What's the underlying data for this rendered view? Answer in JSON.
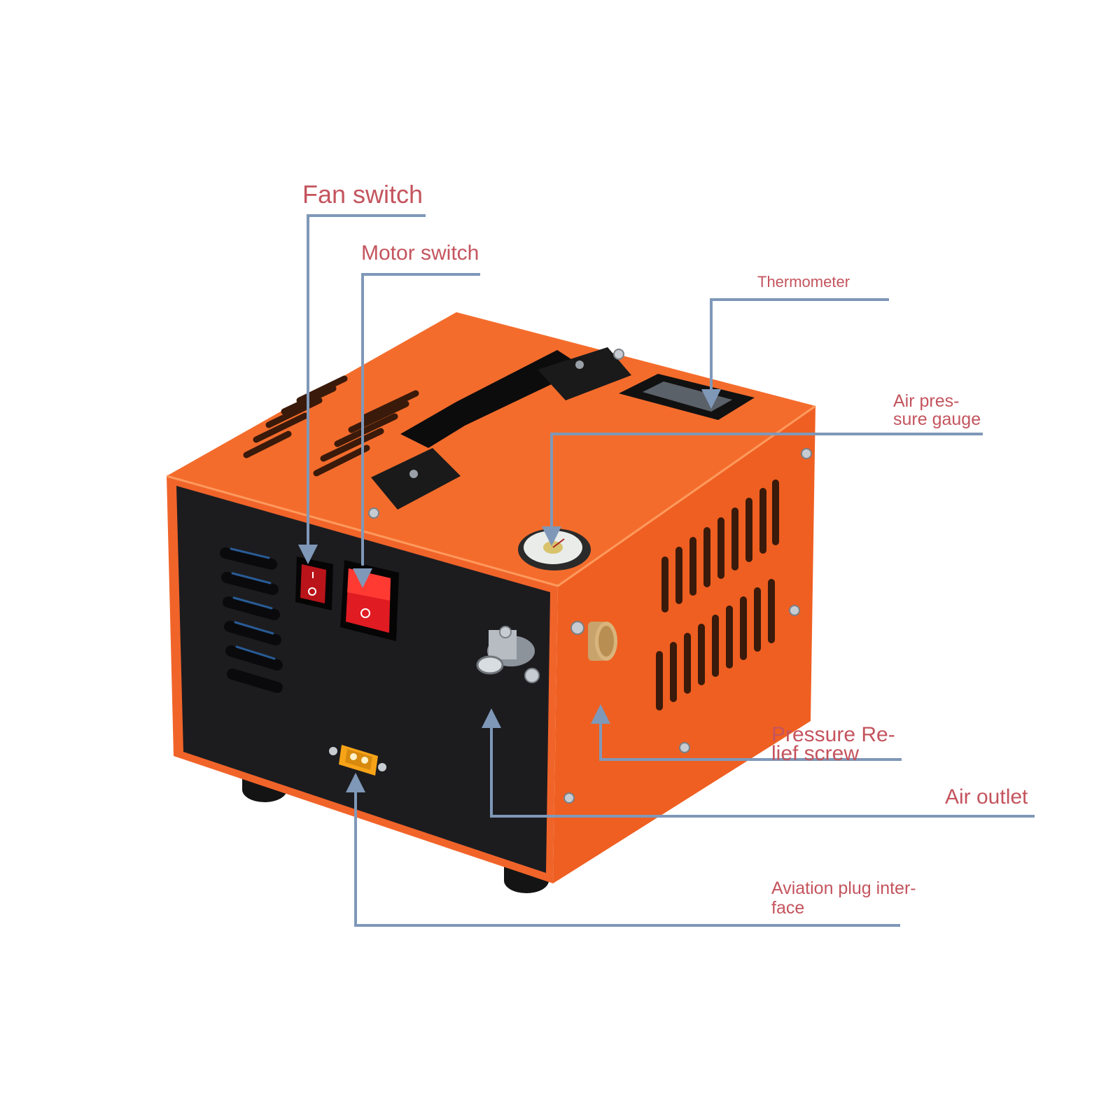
{
  "colors": {
    "label_text": "#c4545e",
    "leader_line": "#7f98b8",
    "case_orange": "#f46c2c",
    "case_orange_side": "#ef5f21",
    "front_panel": "#1c1c1f",
    "switch_red": "#e01b22"
  },
  "labels": {
    "fan_switch": "Fan switch",
    "motor_switch": "Motor switch",
    "thermometer": "Thermometer",
    "air_pressure_gauge": [
      "Air pres-",
      "sure gauge"
    ],
    "pressure_relief_screw": [
      "Pressure Re-",
      "lief screw"
    ],
    "air_outlet": "Air outlet",
    "aviation_plug_interface": [
      "Aviation plug inter-",
      "face"
    ]
  },
  "icons": {
    "compressor": "air-compressor-icon",
    "handle": "carry-handle-icon",
    "fan_switch": "rocker-switch-icon",
    "motor_switch": "rocker-switch-icon",
    "thermometer": "digital-display-icon",
    "gauge": "pressure-gauge-icon",
    "relief_screw": "brass-knob-icon",
    "air_outlet": "quick-coupler-icon",
    "plug": "xt60-connector-icon",
    "arrow": "arrowhead-icon"
  }
}
